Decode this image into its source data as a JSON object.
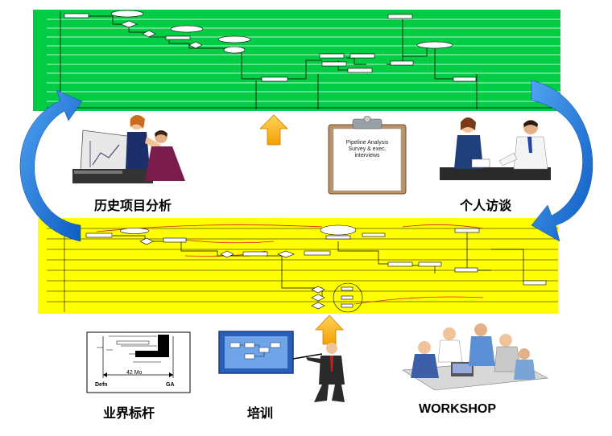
{
  "labels": {
    "history": "历史项目分析",
    "interview": "个人访谈",
    "benchmark": "业界标杆",
    "training": "培训",
    "workshop": "WORKSHOP"
  },
  "clipboard_text": "Pipeline Analysis Survey & exec. interviews",
  "timeline": {
    "duration": "42 Mo",
    "start": "Defn",
    "end": "GA"
  },
  "colors": {
    "top_panel": "#00cc44",
    "bottom_panel": "#ffff00",
    "arrow_blue": "#1a73d9",
    "arrow_orange": "#ffb000"
  }
}
